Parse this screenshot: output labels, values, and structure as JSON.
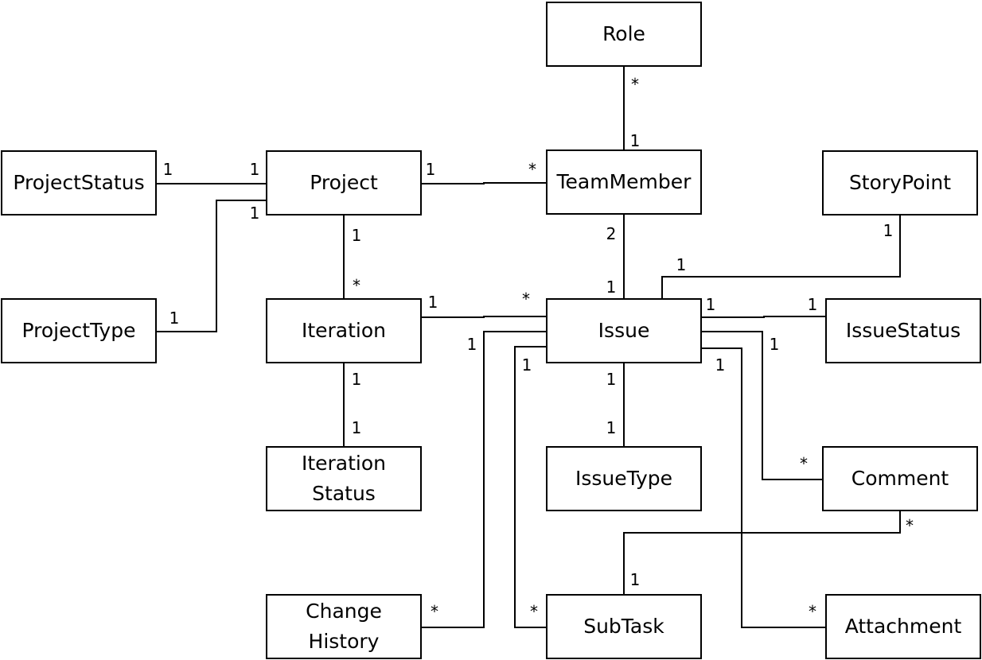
{
  "entities": {
    "role": "Role",
    "project_status": "ProjectStatus",
    "project": "Project",
    "team_member": "TeamMember",
    "story_point": "StoryPoint",
    "project_type": "ProjectType",
    "iteration": "Iteration",
    "issue": "Issue",
    "issue_status": "IssueStatus",
    "iteration_status": "Iteration\nStatus",
    "issue_type": "IssueType",
    "comment": "Comment",
    "change_history": "Change\nHistory",
    "sub_task": "SubTask",
    "attachment": "Attachment"
  },
  "multiplicities": {
    "role_teammember_role": "*",
    "role_teammember_member": "1",
    "projectstatus_project_status": "1",
    "projectstatus_project_project": "1",
    "projecttype_project_project": "1",
    "projecttype_project_type": "1",
    "project_teammember_project": "1",
    "project_teammember_member": "*",
    "project_iteration_project": "1",
    "project_iteration_iteration": "*",
    "teammember_issue_member": "2",
    "teammember_issue_issue": "1",
    "storypoint_issue_story": "1",
    "storypoint_issue_issue": "1",
    "iteration_issue_iteration": "1",
    "iteration_issue_issue": "*",
    "issue_issuestatus_issue": "1",
    "issue_issuestatus_status": "1",
    "issue_changehistory_issue": "1",
    "issue_changehistory_history": "*",
    "issue_subtask_issue": "1",
    "issue_subtask_subtask": "*",
    "issue_comment_issue": "1",
    "issue_comment_comment": "*",
    "issue_attachment_issue": "1",
    "issue_attachment_attachment": "*",
    "issue_issuetype_issue": "1",
    "issue_issuetype_type": "1",
    "iteration_iterationstatus_iteration": "1",
    "iteration_iterationstatus_status": "1",
    "comment_subtask_comment": "*",
    "comment_subtask_subtask": "1"
  }
}
